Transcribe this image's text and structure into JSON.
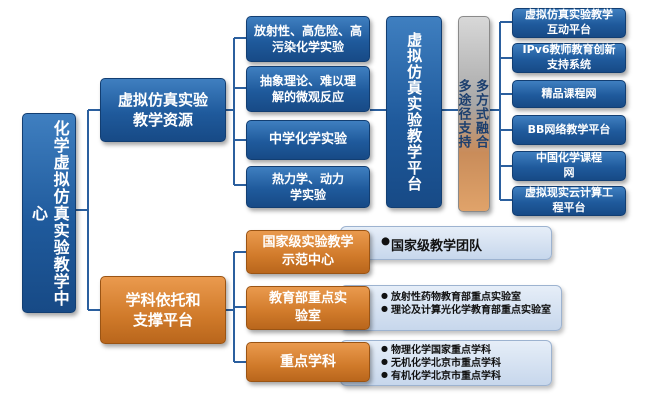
{
  "center": {
    "label": "化学虚拟仿真实验教学中心"
  },
  "branches": [
    {
      "label": "虚拟仿真实验教学资源"
    },
    {
      "label": "学科依托和支撑平台"
    }
  ],
  "resources": [
    {
      "label": "放射性、高危险、高污染化学实验"
    },
    {
      "label": "抽象理论、难以理解的微观反应"
    },
    {
      "label": "中学化学实验"
    },
    {
      "label": "热力学、动力学实验"
    }
  ],
  "platform": {
    "label": "虚拟仿真实验教学平台"
  },
  "fusion": {
    "top": "多方式融合",
    "bottom": "多途径支持"
  },
  "systems": [
    {
      "label": "虚拟仿真实验教学互动平台"
    },
    {
      "label": "IPv6教师教育创新支持系统"
    },
    {
      "label": "精品课程网"
    },
    {
      "label": "BB网络教学平台"
    },
    {
      "label": "中国化学课程网"
    },
    {
      "label": "虚拟现实云计算工程平台"
    }
  ],
  "support": [
    {
      "label": "国家级实验教学示范中心",
      "details": [
        "国家级教学团队"
      ]
    },
    {
      "label": "教育部重点实验室",
      "details": [
        "放射性药物教育部重点实验室",
        "理论及计算光化学教育部重点实验室"
      ]
    },
    {
      "label": "重点学科",
      "details": [
        "物理化学国家重点学科",
        "无机化学北京市重点学科",
        "有机化学北京市重点学科"
      ]
    }
  ]
}
